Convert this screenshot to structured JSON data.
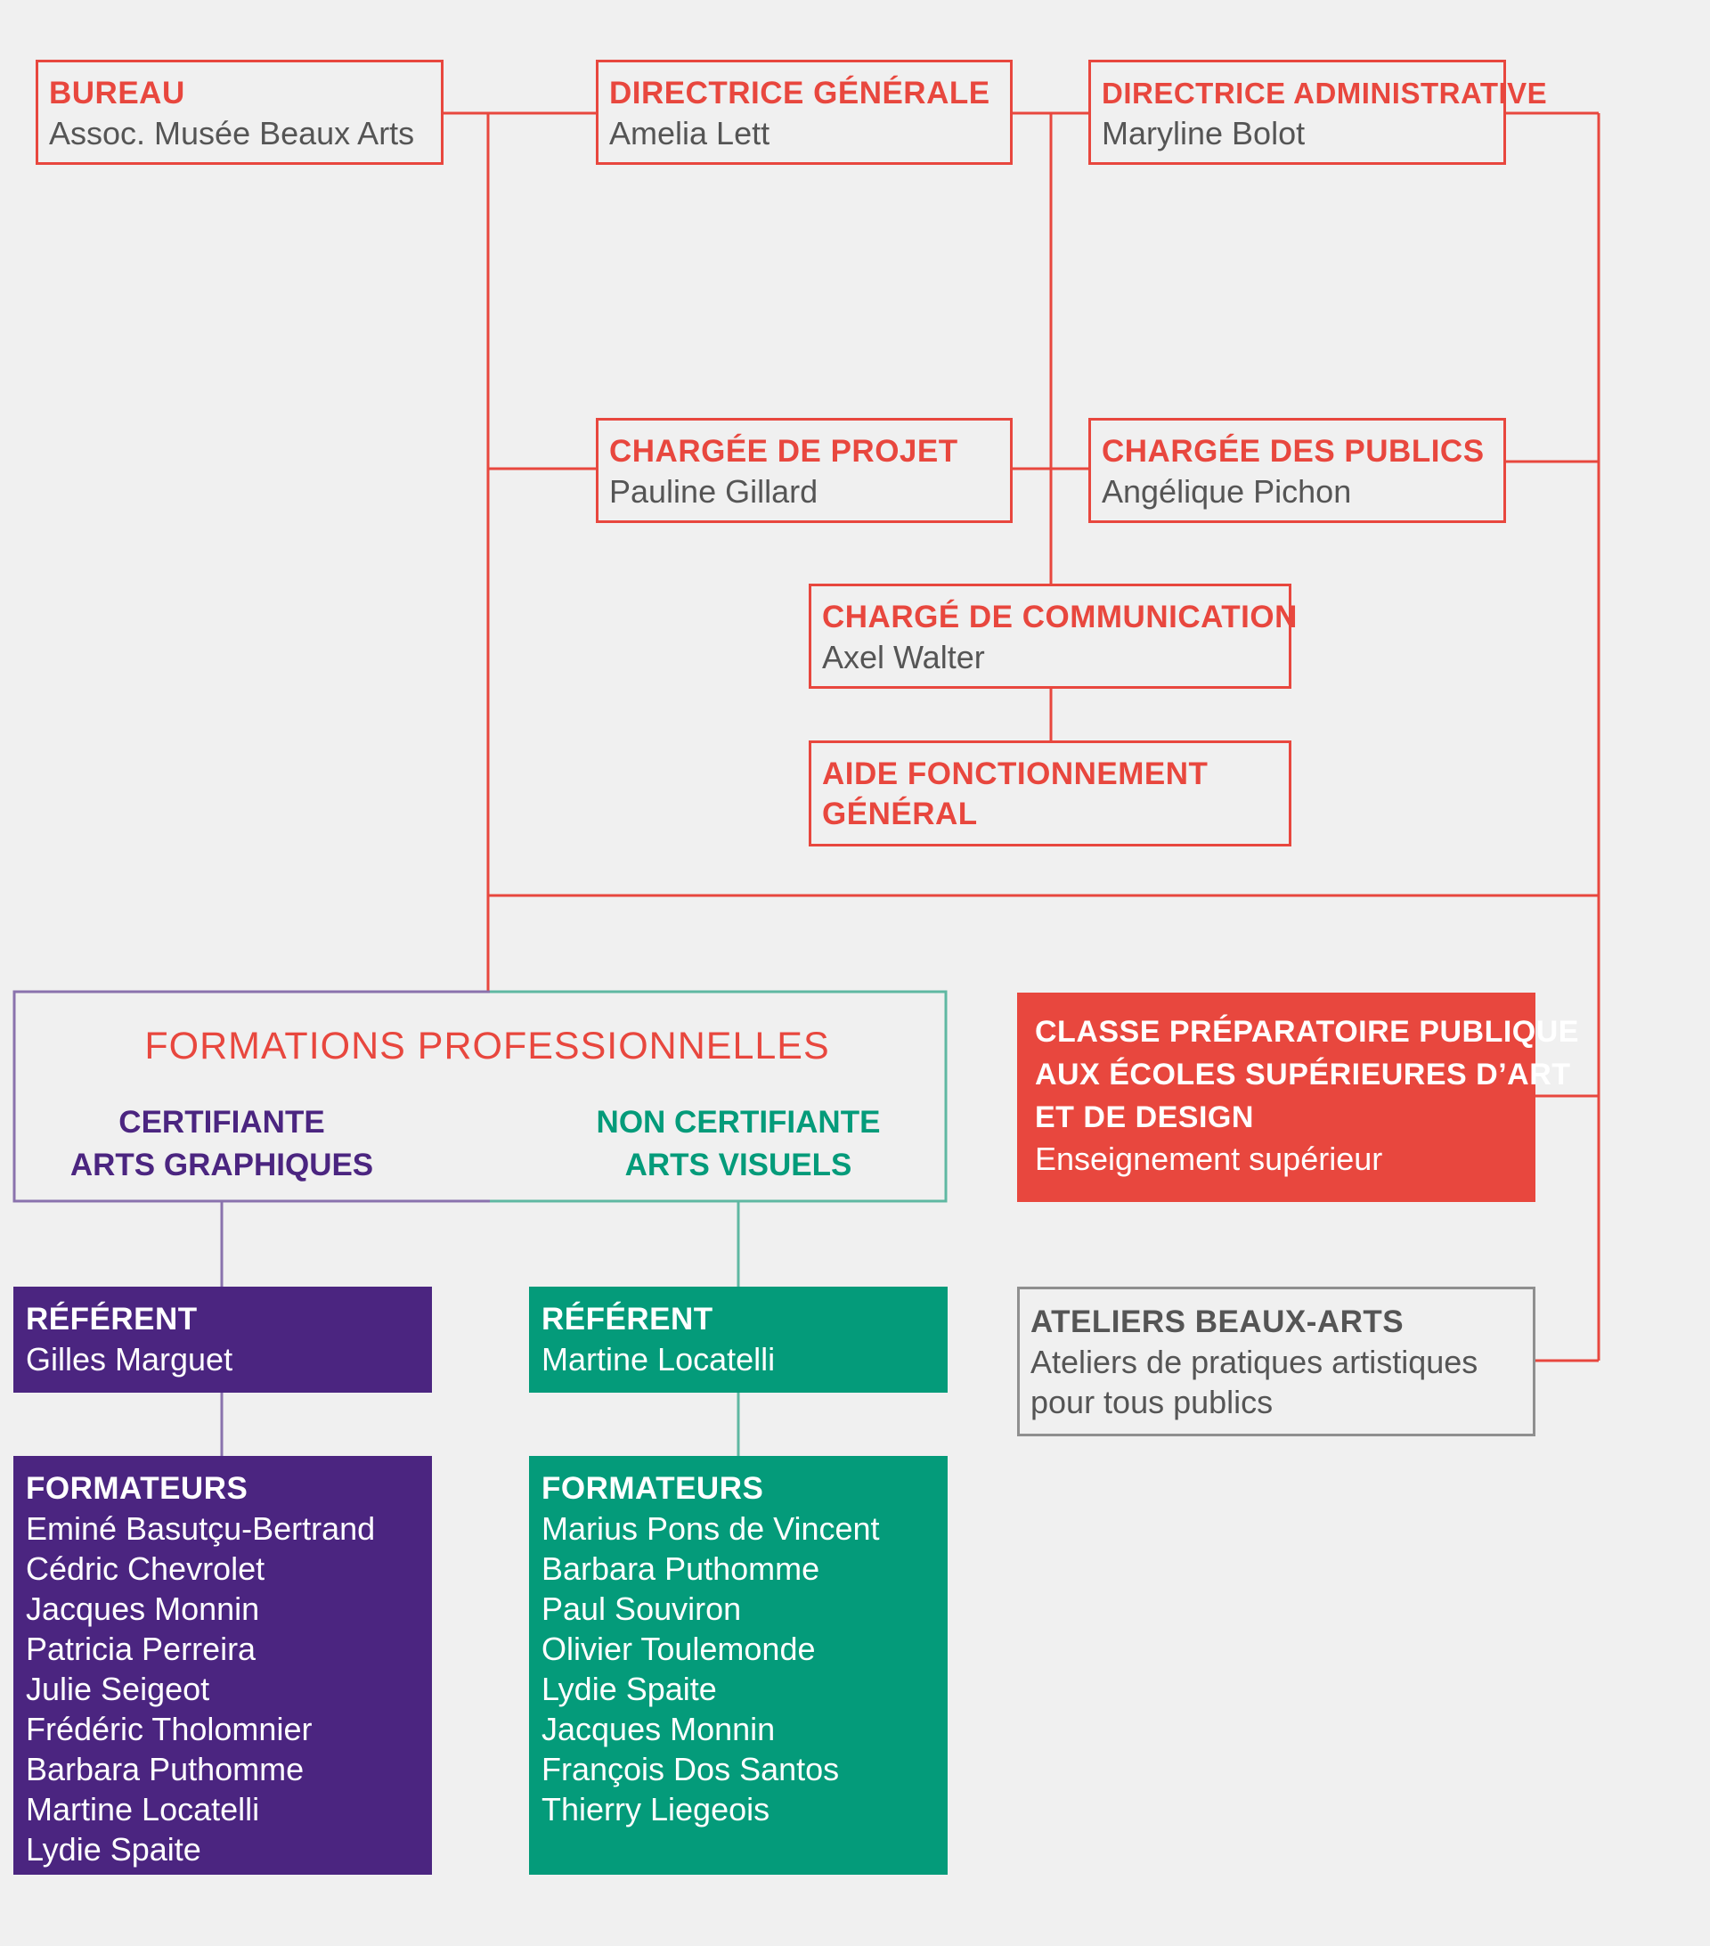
{
  "colors": {
    "accent_red": "#e8473e",
    "purple": "#4b2580",
    "green": "#049b7a",
    "border_grey": "#8f8f8f",
    "text_grey": "#555555",
    "background": "#f0f0f0"
  },
  "bureau": {
    "title": "BUREAU",
    "subtitle": "Assoc. Musée Beaux Arts"
  },
  "directrice_generale": {
    "title": "DIRECTRICE GÉNÉRALE",
    "subtitle": "Amelia Lett"
  },
  "directrice_administrative": {
    "title": "DIRECTRICE ADMINISTRATIVE",
    "subtitle": "Maryline Bolot"
  },
  "chargee_projet": {
    "title": "CHARGÉE DE PROJET",
    "subtitle": "Pauline Gillard"
  },
  "chargee_publics": {
    "title": "CHARGÉE DES PUBLICS",
    "subtitle": "Angélique Pichon"
  },
  "charge_communication": {
    "title": "CHARGÉ DE COMMUNICATION",
    "subtitle": "Axel Walter"
  },
  "aide_fonctionnement": {
    "title_line1": "AIDE FONCTIONNEMENT",
    "title_line2": "GÉNÉRAL"
  },
  "formations": {
    "title": "FORMATIONS PROFESSIONNELLES",
    "certifiante": {
      "line1": "CERTIFIANTE",
      "line2": "ARTS GRAPHIQUES"
    },
    "non_certifiante": {
      "line1": "NON CERTIFIANTE",
      "line2": "ARTS VISUELS"
    }
  },
  "classe_preparatoire": {
    "line1": "CLASSE PRÉPARATOIRE PUBLIQUE",
    "line2": "AUX ÉCOLES SUPÉRIEURES D’ART",
    "line3": "ET DE DESIGN",
    "subtitle": "Enseignement supérieur"
  },
  "ateliers": {
    "title": "ATELIERS BEAUX-ARTS",
    "line1": "Ateliers de pratiques artistiques",
    "line2": "pour tous publics"
  },
  "referent_certifiante": {
    "title": "RÉFÉRENT",
    "name": "Gilles Marguet"
  },
  "referent_non_certifiante": {
    "title": "RÉFÉRENT",
    "name": "Martine Locatelli"
  },
  "formateurs_certifiante": {
    "title": "FORMATEURS",
    "names": [
      "Eminé Basutçu-Bertrand",
      "Cédric Chevrolet",
      "Jacques Monnin",
      "Patricia Perreira",
      "Julie Seigeot",
      "Frédéric Tholomnier",
      "Barbara Puthomme",
      "Martine Locatelli",
      "Lydie Spaite"
    ]
  },
  "formateurs_non_certifiante": {
    "title": "FORMATEURS",
    "names": [
      "Marius Pons de Vincent",
      "Barbara Puthomme",
      "Paul Souviron",
      "Olivier Toulemonde",
      "Lydie Spaite",
      "Jacques Monnin",
      "François Dos Santos",
      "Thierry Liegeois"
    ]
  }
}
